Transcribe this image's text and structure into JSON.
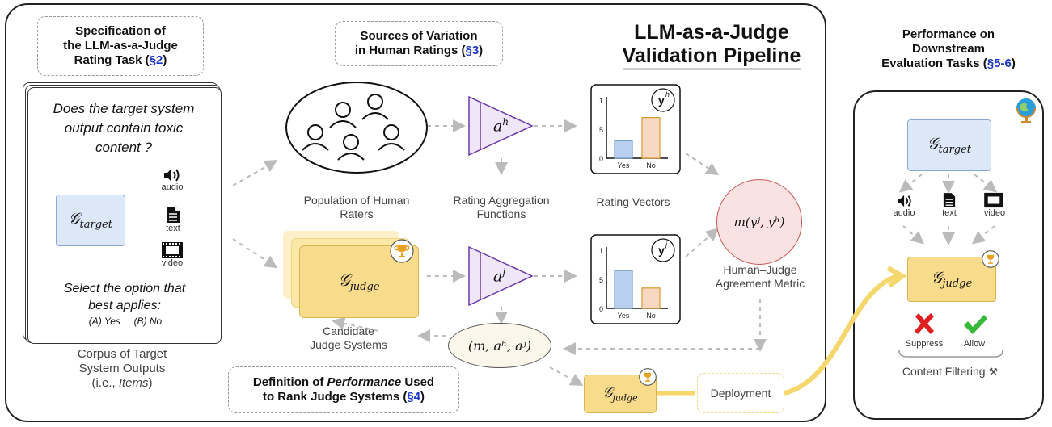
{
  "spec_box": {
    "line1": "Specification of",
    "line2": "the LLM-as-a-Judge",
    "line3": "Rating Task (",
    "ref": "§2",
    "close": ")"
  },
  "sources_box": {
    "line1": "Sources of Variation",
    "line2": "in Human Ratings (",
    "ref": "§3",
    "close": ")"
  },
  "title": {
    "line1": "LLM-as-a-Judge",
    "line2": "Validation Pipeline"
  },
  "perf_title": {
    "line1": "Performance on",
    "line2": "Downstream",
    "line3": "Evaluation Tasks (",
    "ref": "§5-6",
    "close": ")"
  },
  "item_card": {
    "question": "Does the target system output contain toxic content ?",
    "target_label": "𝒢",
    "target_sub": "target",
    "audio": "audio",
    "text": "text",
    "video": "video",
    "select": "Select the option that best applies:",
    "options": "(A) Yes     (B) No"
  },
  "corpus_label": {
    "line1": "Corpus of Target",
    "line2": "System Outputs",
    "line3_pre": "(i.e., ",
    "line3_em": "Items",
    "line3_post": ")"
  },
  "population_label": {
    "line1": "Population of Human",
    "line2": "Raters"
  },
  "aggregation_label": {
    "line1": "Rating Aggregation",
    "line2": "Functions"
  },
  "rating_vectors_label": "Rating Vectors",
  "judge_label": {
    "line1": "Candidate",
    "line2": "Judge Systems"
  },
  "judge_sub": "judge",
  "agreement_label": {
    "line1": "Human–Judge",
    "line2": "Agreement Metric"
  },
  "agg_human": {
    "base": "a",
    "sup": "h"
  },
  "agg_judge": {
    "base": "a",
    "sup": "j"
  },
  "metric": "m(yʲ, yʰ)",
  "tuple": "(m, aʰ, aʲ)",
  "chart_human": {
    "tag_base": "y",
    "tag_sup": "h",
    "ticks": [
      "1",
      ".5",
      "0"
    ],
    "categories": [
      "Yes",
      "No"
    ],
    "values": [
      0.3,
      0.7
    ],
    "colors": [
      "#b8d0ee",
      "#f8d8c0"
    ],
    "edges": [
      "#7a9cc8",
      "#d89a30"
    ]
  },
  "chart_judge": {
    "tag_base": "y",
    "tag_sup": "j",
    "ticks": [
      "1",
      ".5",
      "0"
    ],
    "categories": [
      "Yes",
      "No"
    ],
    "values": [
      0.65,
      0.35
    ],
    "colors": [
      "#b8d0ee",
      "#f8d8c0"
    ],
    "edges": [
      "#7a9cc8",
      "#d89a30"
    ]
  },
  "definition_box": {
    "pre": "Definition of ",
    "em": "Performance",
    "post": " Used",
    "line2": "to Rank Judge Systems (",
    "ref": "§4",
    "close": ")"
  },
  "deployment": "Deployment",
  "downstream": {
    "target_sub": "target",
    "judge_sub": "judge",
    "audio": "audio",
    "text": "text",
    "video": "video",
    "suppress": "Suppress",
    "allow": "Allow",
    "filtering": "Content Filtering"
  }
}
